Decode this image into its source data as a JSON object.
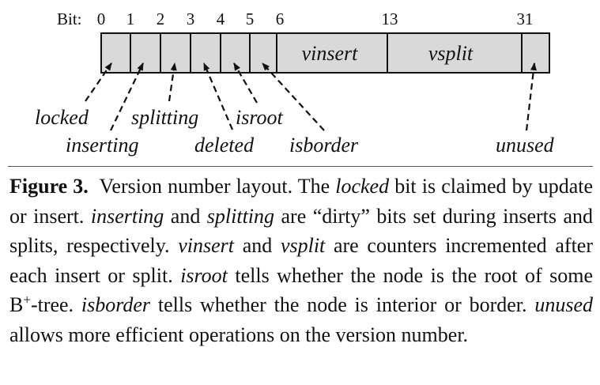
{
  "diagram": {
    "bit_prefix": "Bit:",
    "ticks": [
      "0",
      "1",
      "2",
      "3",
      "4",
      "5",
      "6",
      "13",
      "31"
    ],
    "field_labels": {
      "vinsert": "vinsert",
      "vsplit": "vsplit"
    },
    "callouts": {
      "locked": "locked",
      "inserting": "inserting",
      "splitting": "splitting",
      "deleted": "deleted",
      "isroot": "isroot",
      "isborder": "isborder",
      "unused": "unused"
    },
    "colors": {
      "cell_fill": "#d9d9d9",
      "stroke": "#111111"
    }
  },
  "caption": {
    "figure_label": "Figure 3.",
    "t1": "Version number layout. The ",
    "e1": "locked",
    "t2": " bit is claimed by update or insert. ",
    "e2": "inserting",
    "t3": " and ",
    "e3": "splitting",
    "t4": " are “dirty” bits set during inserts and splits, respectively. ",
    "e4": "vinsert",
    "t5": " and ",
    "e5": "vsplit",
    "t6": " are counters incremented after each insert or split. ",
    "e6": "isroot",
    "t7": " tells whether the node is the root of some B",
    "sup": "+",
    "t8": "-tree. ",
    "e7": "isborder",
    "t9": " tells whether the node is interior or border. ",
    "e8": "unused",
    "t10": " allows more efficient operations on the version number."
  }
}
